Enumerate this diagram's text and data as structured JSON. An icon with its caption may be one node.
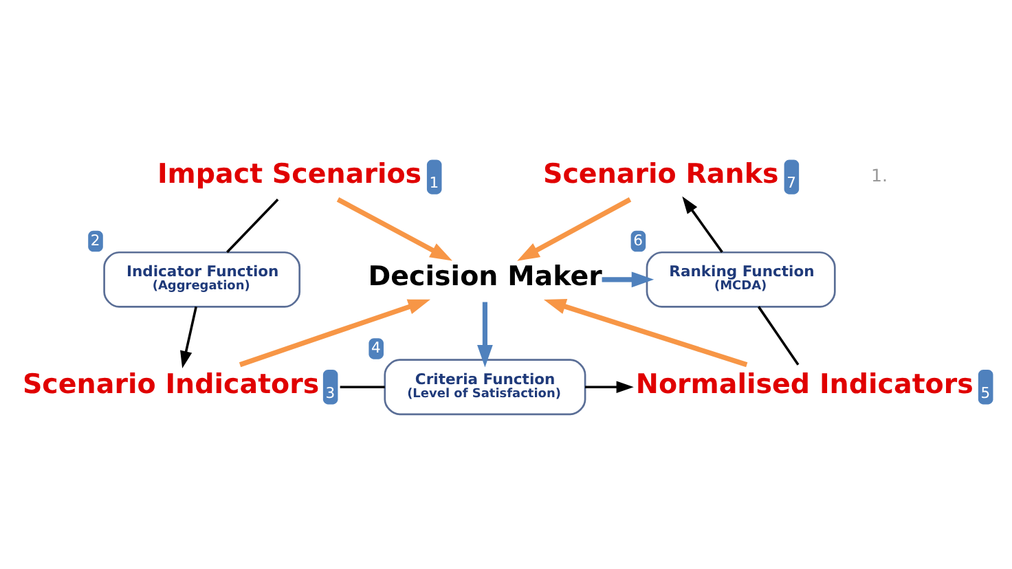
{
  "diagram": {
    "nodes": [
      {
        "text": [
          "Impact Scenarios",
          "1"
        ]
      },
      {
        "text": [
          "Indicator Function",
          "(Aggregation)"
        ],
        "beside": [
          "2"
        ]
      },
      {
        "text": [
          "Decision Maker"
        ]
      },
      {
        "text": [
          "Scenario Ranks",
          "7"
        ]
      },
      {
        "text": [
          "Ranking Function",
          "(MCDA)"
        ],
        "beside": [
          "6"
        ]
      },
      {
        "text": [
          "Scenario Indicators",
          "3"
        ]
      },
      {
        "text": [
          "Criteria Function",
          "(Level of Satisfaction)"
        ],
        "beside": [
          "4"
        ]
      },
      {
        "text": [
          "Normalised Indicators",
          "5"
        ]
      }
    ],
    "edges": [
      {
        "from": 0,
        "to": 1,
        "arrow": "none"
      },
      {
        "from": 1,
        "to": 5,
        "arrow": "to"
      },
      {
        "from": 5,
        "to": 6,
        "arrow": "none"
      },
      {
        "from": 6,
        "to": 7,
        "arrow": "to"
      },
      {
        "from": 7,
        "to": 4,
        "arrow": "none"
      },
      {
        "from": 4,
        "to": 3,
        "arrow": "to"
      },
      {
        "from": 0,
        "to": 2,
        "arrow": "to",
        "color": "#f79646",
        "style": "thick"
      },
      {
        "from": 3,
        "to": 2,
        "arrow": "to",
        "color": "#f79646",
        "style": "thick"
      },
      {
        "from": 5,
        "to": 2,
        "arrow": "to",
        "color": "#f79646",
        "style": "thick"
      },
      {
        "from": 7,
        "to": 2,
        "arrow": "to",
        "color": "#f79646",
        "style": "thick"
      },
      {
        "from": 2,
        "to": 4,
        "arrow": "to",
        "color": "#4f81bd",
        "style": "thick"
      },
      {
        "from": 2,
        "to": 6,
        "arrow": "to",
        "color": "#4f81bd",
        "style": "thick"
      }
    ],
    "labels": [
      "1."
    ]
  }
}
